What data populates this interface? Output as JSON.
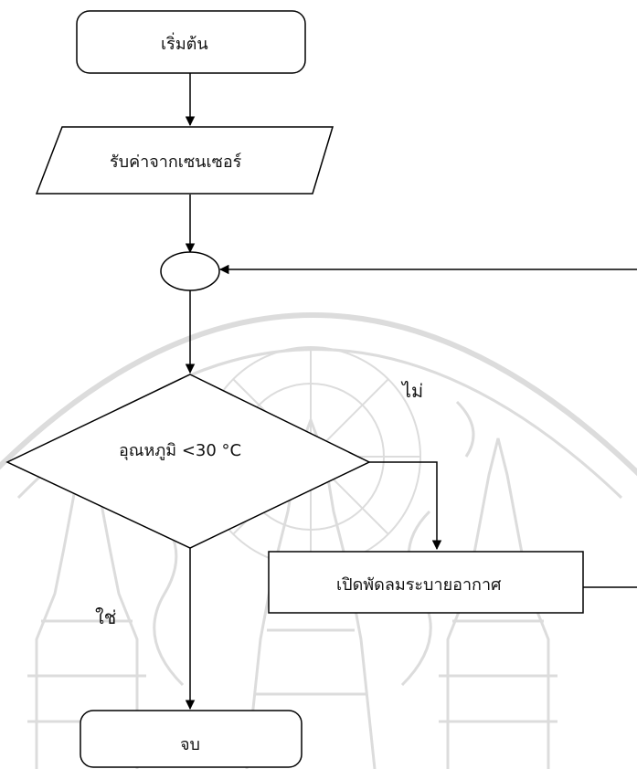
{
  "flowchart": {
    "start": {
      "label": "เริ่มต้น"
    },
    "input": {
      "label": "รับค่าจากเซนเซอร์"
    },
    "decision": {
      "label": "อุณหภูมิ <30 °C"
    },
    "process": {
      "label": "เปิดพัดลมระบายอากาศ"
    },
    "end": {
      "label": "จบ"
    },
    "branch_no": {
      "label": "ไม่"
    },
    "branch_yes": {
      "label": "ใช่"
    }
  },
  "colors": {
    "line": "#000000",
    "fill": "#ffffff",
    "watermark": "#d9d9d9"
  }
}
